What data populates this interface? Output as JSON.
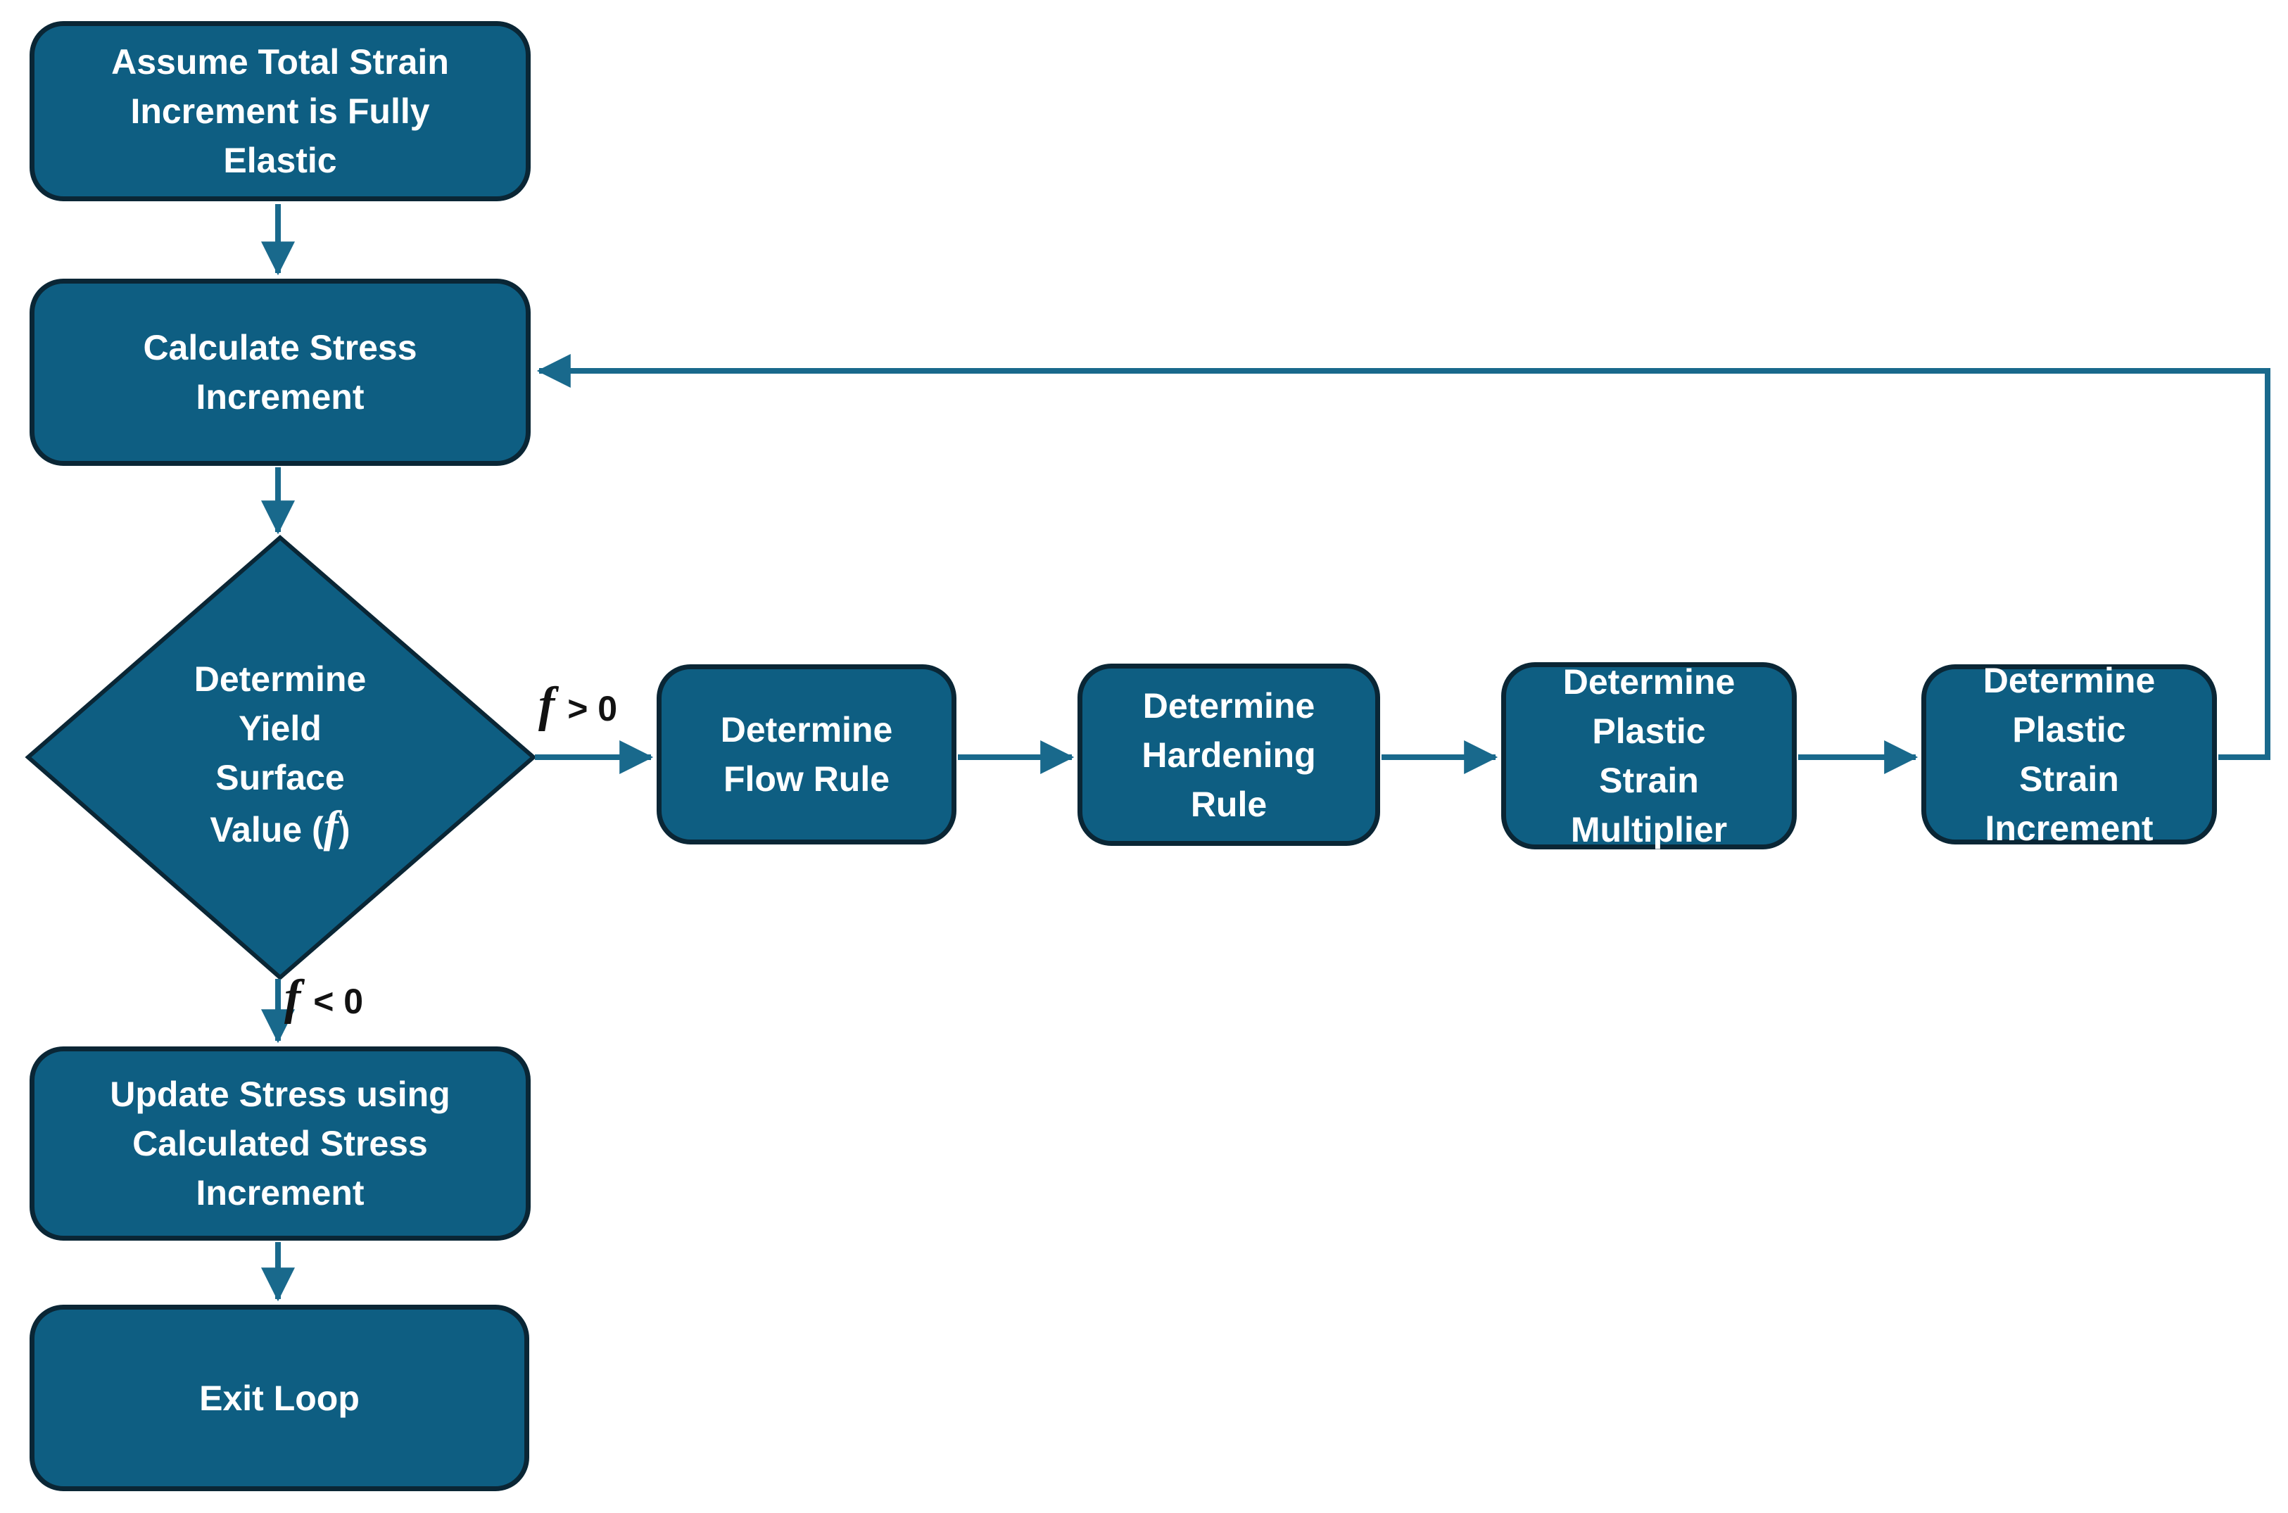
{
  "colors": {
    "background": "#FFFFFF",
    "node_fill": "#0E5E82",
    "node_border": "#0A2635",
    "node_text": "#FFFFFF",
    "connector": "#19698C",
    "edge_label_text": "#121212"
  },
  "nodes": {
    "assume_elastic": {
      "label": "Assume Total Strain\nIncrement is Fully\nElastic"
    },
    "calculate_stress": {
      "label": "Calculate Stress\nIncrement"
    },
    "yield_decision": {
      "prefix": "Determine\nYield\nSurface\nValue (",
      "f_symbol": "f",
      "suffix": ")"
    },
    "flow_rule": {
      "label": "Determine\nFlow Rule"
    },
    "hardening_rule": {
      "label": "Determine\nHardening\nRule"
    },
    "plastic_multiplier": {
      "label": "Determine\nPlastic\nStrain\nMultiplier"
    },
    "plastic_increment": {
      "label": "Determine\nPlastic\nStrain\nIncrement"
    },
    "update_stress": {
      "label": "Update Stress using\nCalculated Stress\nIncrement"
    },
    "exit_loop": {
      "label": "Exit Loop"
    }
  },
  "edge_labels": {
    "yield_positive": {
      "f_symbol": "f",
      "condition": " > 0"
    },
    "yield_negative": {
      "f_symbol": "f",
      "condition": " < 0"
    }
  }
}
